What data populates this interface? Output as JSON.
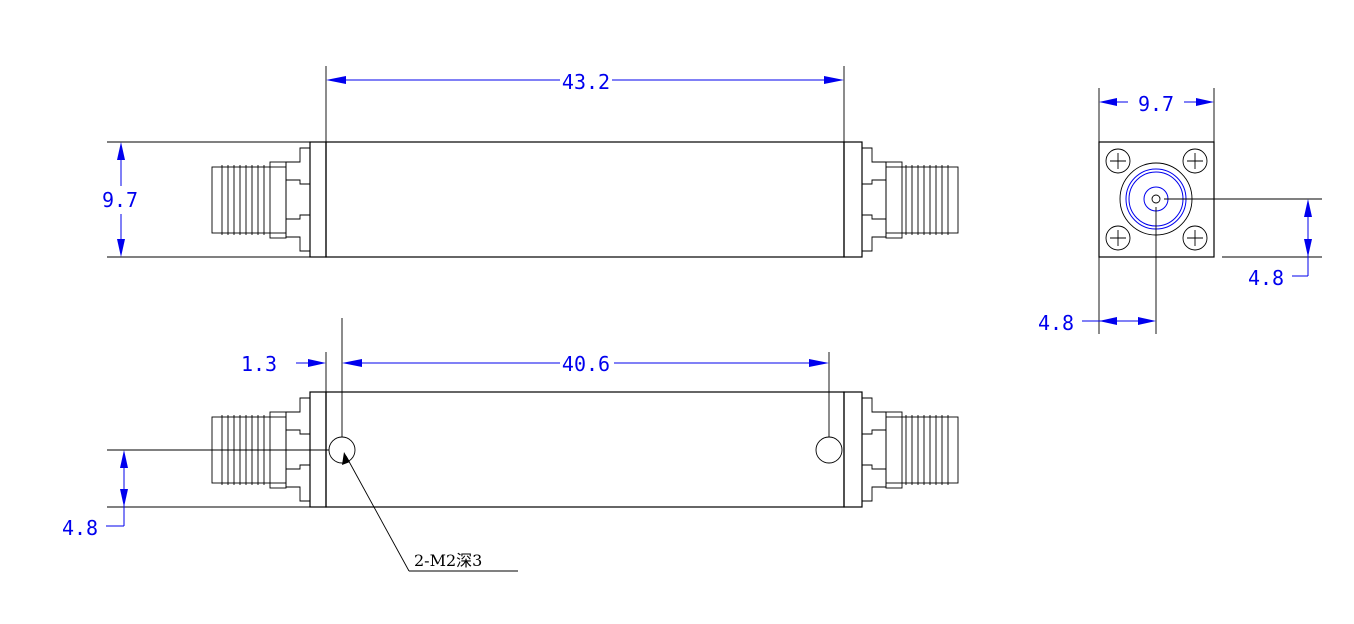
{
  "dimensions": {
    "length_top": "43.2",
    "height_left": "9.7",
    "hole_offset": "1.3",
    "hole_spacing": "40.6",
    "hole_height": "4.8",
    "end_width": "9.7",
    "end_center_vertical": "4.8",
    "end_center_horizontal": "4.8"
  },
  "callout": {
    "hole_note": "2-M2深3"
  },
  "colors": {
    "dimension": "#0000ee",
    "outline": "#000000"
  }
}
